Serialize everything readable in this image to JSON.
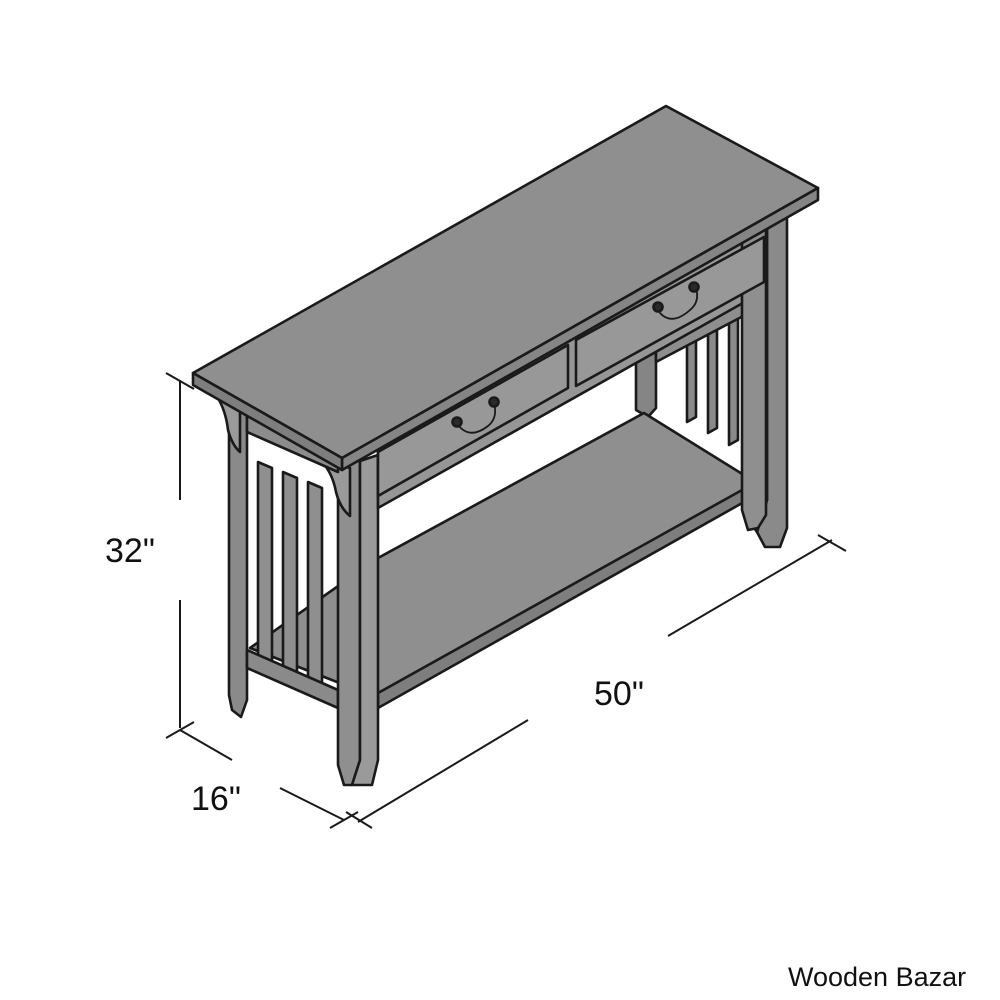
{
  "diagram": {
    "subject": "console-table-with-two-drawers",
    "dimensions": {
      "height": "32\"",
      "depth": "16\"",
      "width": "50\""
    },
    "watermark": "Wooden Bazar",
    "colors": {
      "background": "#ffffff",
      "wood": "#8f8f8f",
      "wood_dark": "#7a7a7a",
      "wood_light": "#a3a3a3",
      "ink": "#1a1a1a"
    }
  }
}
